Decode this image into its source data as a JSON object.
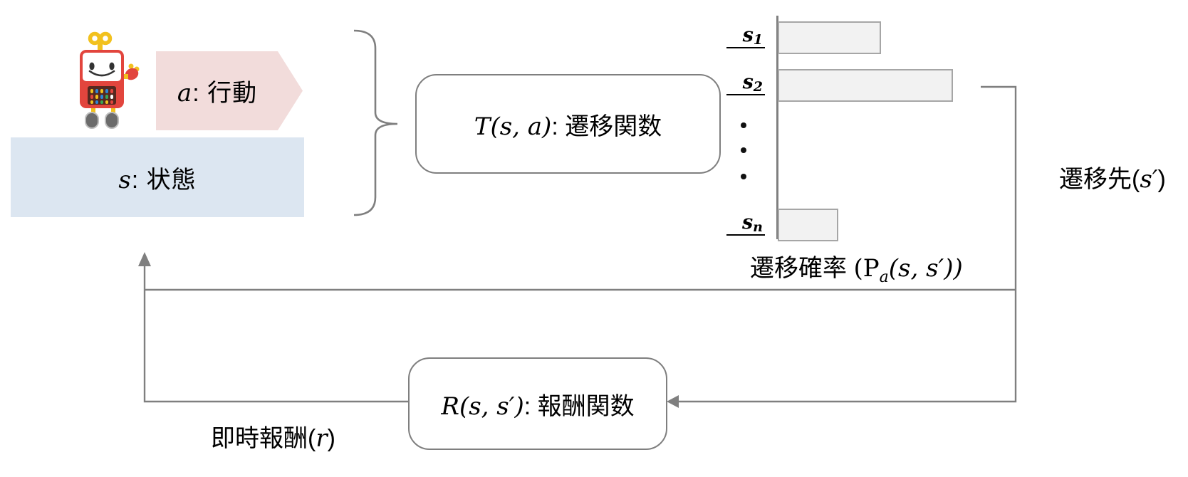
{
  "agent": {
    "icon": "robot-mascot"
  },
  "action": {
    "symbol": "a",
    "label": ": 行動",
    "bg": "#f2dcdb"
  },
  "state": {
    "symbol": "s",
    "label": ": 状態",
    "bg": "#dce6f1"
  },
  "transition_function_box": {
    "symbol": "T(s, a)",
    "label": ": 遷移関数"
  },
  "reward_function_box": {
    "symbol": "R(s, s′)",
    "label": ": 報酬関数"
  },
  "transition_probability_label": {
    "jp": "遷移確率 ",
    "math_pre": "(P",
    "subscript": "a",
    "math_post": "(s, s′))"
  },
  "transition_destination_label": {
    "jp": "遷移先(",
    "symbol": "s′",
    "close": ")"
  },
  "immediate_reward_label": {
    "jp": "即時報酬(",
    "symbol": "r",
    "close": ")"
  },
  "bar_chart": {
    "type": "bar",
    "orientation": "horizontal",
    "categories": [
      {
        "base": "s",
        "sub": "1"
      },
      {
        "base": "s",
        "sub": "2"
      },
      {
        "base": "s",
        "sub": "n"
      }
    ],
    "ellipsis_between_s2_and_sn": true,
    "relative_values": [
      0.58,
      1.0,
      0.33
    ],
    "bar_widths": [
      "141px",
      "242px",
      "81px"
    ],
    "bar_fill": "#f2f2f2",
    "bar_border": "#a6a6a6",
    "axis": "vertical-baseline-left, no ticks, no numeric labels"
  },
  "colors": {
    "connector_line": "#7f7f7f",
    "box_border": "#7f7f7f",
    "action_arrow_bg": "#f2dcdb",
    "state_box_bg": "#dce6f1",
    "text": "#000000"
  }
}
